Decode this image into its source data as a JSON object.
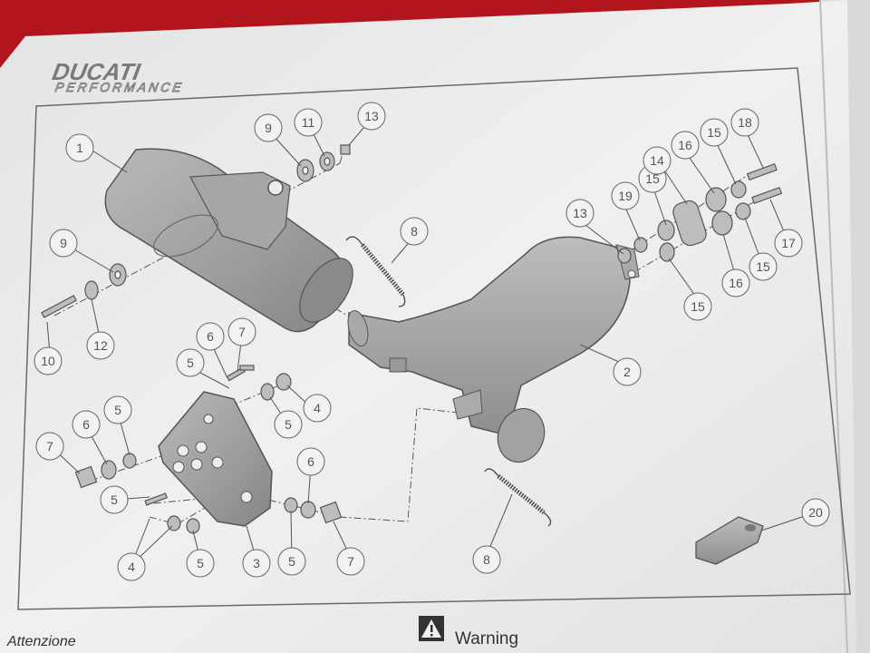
{
  "brand": {
    "name": "DUCATI",
    "sub": "PERFORMANCE"
  },
  "callouts": [
    "1",
    "9",
    "11",
    "13",
    "9",
    "12",
    "10",
    "8",
    "13",
    "19",
    "15",
    "14",
    "16",
    "15",
    "18",
    "17",
    "15",
    "16",
    "15",
    "2",
    "7",
    "6",
    "5",
    "4",
    "5",
    "6",
    "5",
    "7",
    "5",
    "4",
    "5",
    "3",
    "5",
    "6",
    "7",
    "8",
    "20"
  ],
  "warning": {
    "italian_heading": "Attenzione",
    "english_heading": "Warning",
    "icon": "warning-triangle-icon"
  },
  "colors": {
    "background": "#b3151c",
    "paper": "#ebebeb",
    "ink": "#4a4a4a",
    "part_fill": "#9a9a9a"
  }
}
